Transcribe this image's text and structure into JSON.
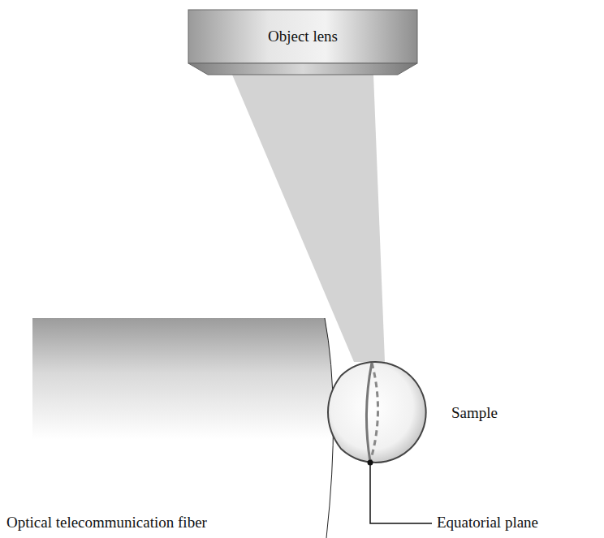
{
  "diagram": {
    "nodes": [
      {
        "text": [
          "Object lens"
        ]
      }
    ],
    "labels": [
      "Sample",
      "Optical telecommunication fiber",
      "Equatorial plane"
    ]
  }
}
